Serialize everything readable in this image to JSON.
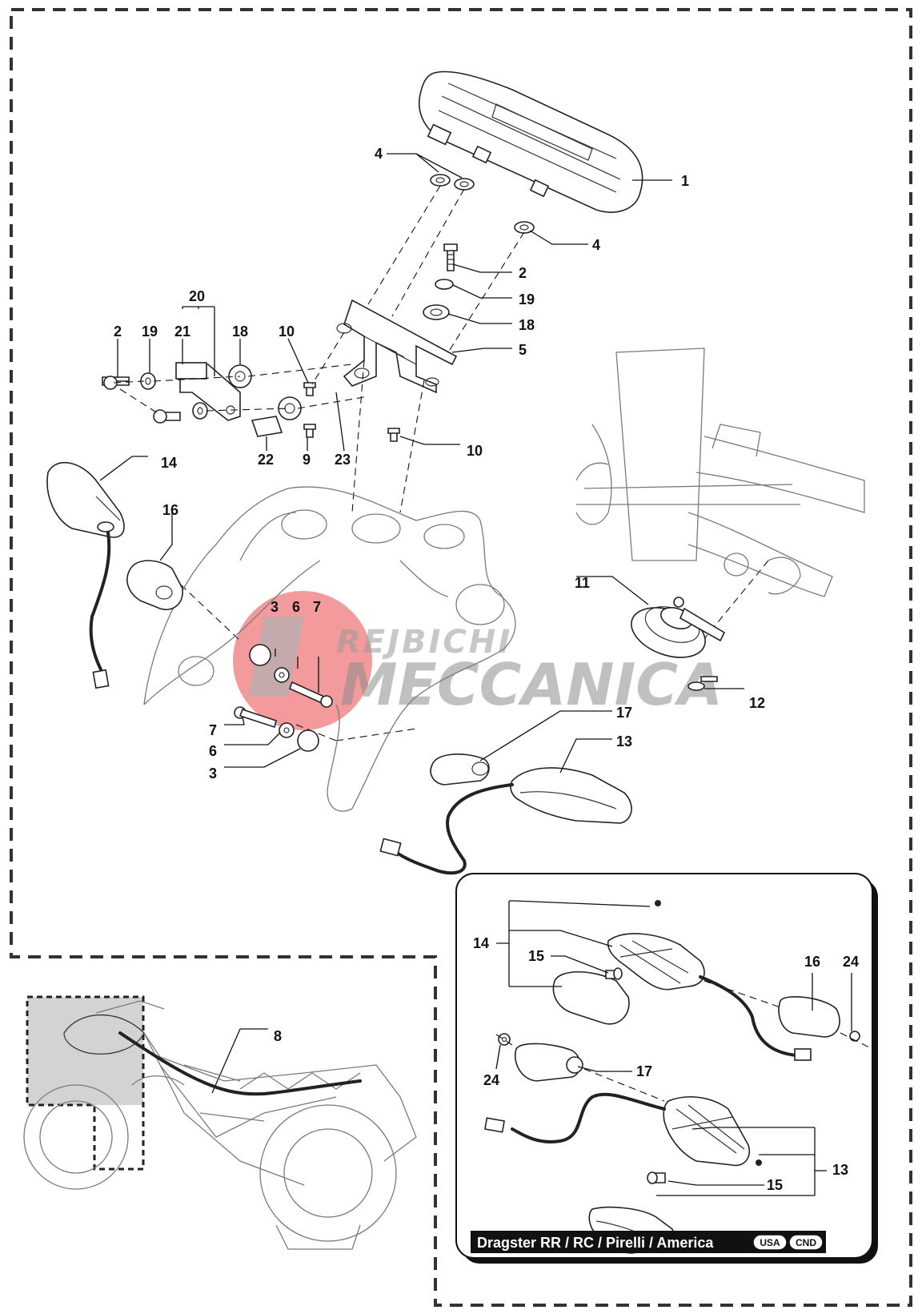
{
  "labels": {
    "p1": "1",
    "p2a": "2",
    "p2b": "2",
    "p3a": "3",
    "p3b": "3",
    "p4a": "4",
    "p4b": "4",
    "p5": "5",
    "p6a": "6",
    "p6b": "6",
    "p7a": "7",
    "p7b": "7",
    "p8": "8",
    "p9": "9",
    "p10a": "10",
    "p10b": "10",
    "p11": "11",
    "p12": "12",
    "p13a": "13",
    "p13b": "13",
    "p14a": "14",
    "p14b": "14",
    "p15a": "15",
    "p15b": "15",
    "p16a": "16",
    "p16b": "16",
    "p17a": "17",
    "p17b": "17",
    "p18a": "18",
    "p18b": "18",
    "p19a": "19",
    "p19b": "19",
    "p20": "20",
    "p21": "21",
    "p22": "22",
    "p23": "23",
    "p24a": "24",
    "p24b": "24"
  },
  "inset": {
    "banner": "Dragster RR / RC / Pirelli / America",
    "badge_usa": "USA",
    "badge_cnd": "CND"
  },
  "watermark": {
    "line1": "REJBICHI",
    "line2": "MECCANICA"
  },
  "colors": {
    "watermark_red": "#e8474a",
    "banner_bg": "#111111",
    "line": "#222222"
  }
}
